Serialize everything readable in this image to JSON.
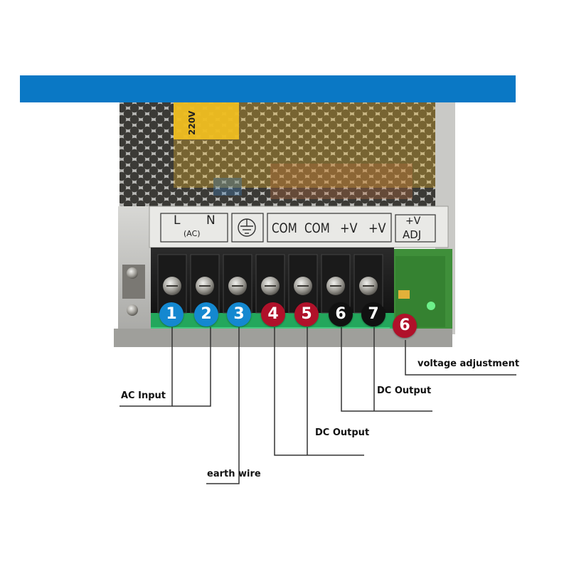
{
  "strip": {
    "ac_l": "L",
    "ac_n": "N",
    "ac_sub": "(AC)",
    "com1": "COM",
    "com2": "COM",
    "v1": "+V",
    "v2": "+V",
    "adj_top": "+V",
    "adj_bottom": "ADJ"
  },
  "sticker_text": "220V",
  "terminals": [
    {
      "number": "1",
      "color": "#1488d0"
    },
    {
      "number": "2",
      "color": "#1488d0"
    },
    {
      "number": "3",
      "color": "#1488d0"
    },
    {
      "number": "4",
      "color": "#b0112a"
    },
    {
      "number": "5",
      "color": "#b0112a"
    },
    {
      "number": "6",
      "color": "#111111"
    },
    {
      "number": "7",
      "color": "#111111"
    },
    {
      "number": "6",
      "color": "#b0112a"
    }
  ],
  "labels": {
    "ac_input": "AC Input",
    "earth_wire": "earth wire",
    "dc_output_lower": "DC Output",
    "dc_output_upper": "DC Output",
    "voltage_adjustment": "voltage adjustment"
  },
  "colors": {
    "banner": "#0a78c5",
    "blue": "#1488d0",
    "red": "#b0112a",
    "black": "#111111"
  }
}
